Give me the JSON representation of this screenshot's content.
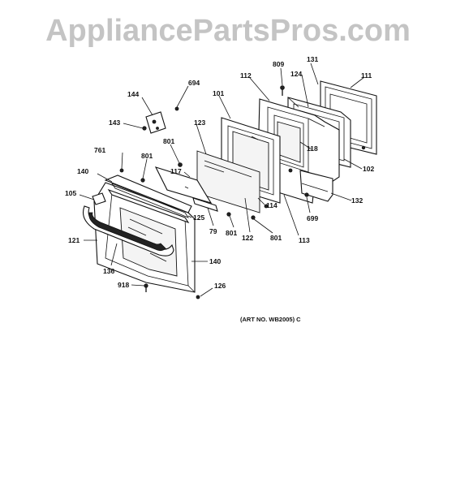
{
  "watermark": "AppliancePartsPros.com",
  "art_number": "(ART NO. WB2005) C",
  "callouts": [
    {
      "id": "c-809",
      "text": "809"
    },
    {
      "id": "c-131",
      "text": "131"
    },
    {
      "id": "c-124",
      "text": "124"
    },
    {
      "id": "c-111",
      "text": "111"
    },
    {
      "id": "c-112",
      "text": "112"
    },
    {
      "id": "c-694",
      "text": "694"
    },
    {
      "id": "c-144",
      "text": "144"
    },
    {
      "id": "c-101",
      "text": "101"
    },
    {
      "id": "c-143",
      "text": "143"
    },
    {
      "id": "c-123",
      "text": "123"
    },
    {
      "id": "c-118",
      "text": "118"
    },
    {
      "id": "c-761",
      "text": "761"
    },
    {
      "id": "c-801a",
      "text": "801"
    },
    {
      "id": "c-801b",
      "text": "801"
    },
    {
      "id": "c-117",
      "text": "117"
    },
    {
      "id": "c-102",
      "text": "102"
    },
    {
      "id": "c-140a",
      "text": "140"
    },
    {
      "id": "c-105",
      "text": "105"
    },
    {
      "id": "c-114",
      "text": "114"
    },
    {
      "id": "c-132",
      "text": "132"
    },
    {
      "id": "c-125",
      "text": "125"
    },
    {
      "id": "c-699",
      "text": "699"
    },
    {
      "id": "c-79",
      "text": "79"
    },
    {
      "id": "c-801c",
      "text": "801"
    },
    {
      "id": "c-122",
      "text": "122"
    },
    {
      "id": "c-801d",
      "text": "801"
    },
    {
      "id": "c-113",
      "text": "113"
    },
    {
      "id": "c-121",
      "text": "121"
    },
    {
      "id": "c-140b",
      "text": "140"
    },
    {
      "id": "c-136",
      "text": "136"
    },
    {
      "id": "c-918",
      "text": "918"
    },
    {
      "id": "c-126",
      "text": "126"
    }
  ]
}
